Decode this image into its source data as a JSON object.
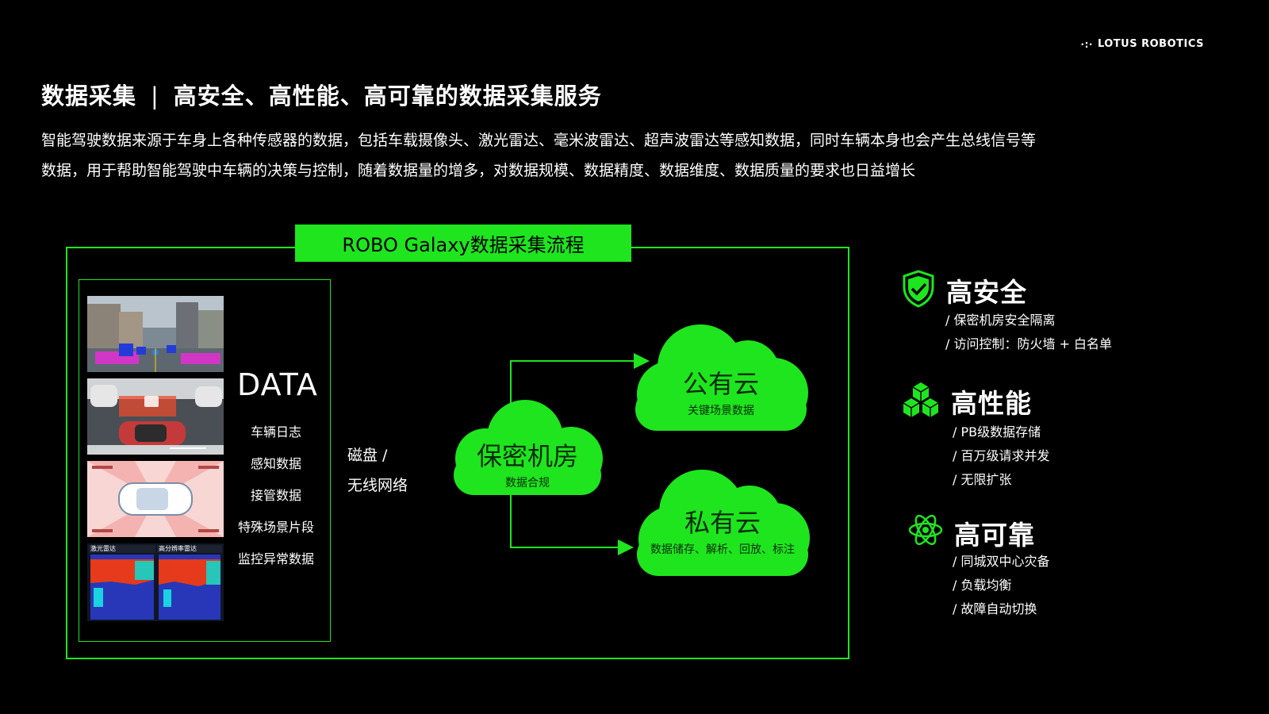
{
  "brand": {
    "mark": "·:·",
    "name": "LOTUS ROBOTICS"
  },
  "title": {
    "section": "数据采集",
    "separator": "|",
    "headline": "高安全、高性能、高可靠的数据采集服务"
  },
  "intro": {
    "line1": "智能驾驶数据来源于车身上各种传感器的数据，包括车载摄像头、激光雷达、毫米波雷达、超声波雷达等感知数据，同时车辆本身也会产生总线信号等",
    "line2": "数据，用于帮助智能驾驶中车辆的决策与控制，随着数据量的增多，对数据规模、数据精度、数据维度、数据质量的要求也日益增长"
  },
  "flow": {
    "title": "ROBO Galaxy数据采集流程",
    "data_heading": "DATA",
    "data_items": [
      "车辆日志",
      "感知数据",
      "接管数据",
      "特殊场景片段",
      "监控异常数据"
    ],
    "radar_labels": [
      "激光雷达",
      "高分辨率雷达"
    ],
    "transfer": {
      "line1": "磁盘 /",
      "line2": "无线网络"
    },
    "datacenter": {
      "name": "保密机房",
      "sub": "数据合规"
    },
    "public_cloud": {
      "name": "公有云",
      "sub": "关键场景数据"
    },
    "private_cloud": {
      "name": "私有云",
      "sub": "数据储存、解析、回放、标注"
    }
  },
  "features": [
    {
      "icon": "shield-check-icon",
      "title": "高安全",
      "items": [
        "/ 保密机房安全隔离",
        "/ 访问控制：防火墙 + 白名单"
      ]
    },
    {
      "icon": "cubes-icon",
      "title": "高性能",
      "items": [
        "/ PB级数据存储",
        "/ 百万级请求并发",
        "/ 无限扩张"
      ]
    },
    {
      "icon": "atom-icon",
      "title": "高可靠",
      "items": [
        "/ 同城双中心灾备",
        "/ 负载均衡",
        "/ 故障自动切换"
      ]
    }
  ],
  "colors": {
    "accent": "#1ee51e",
    "cloud": "#1ee51e",
    "background": "#000000",
    "text": "#ffffff"
  }
}
